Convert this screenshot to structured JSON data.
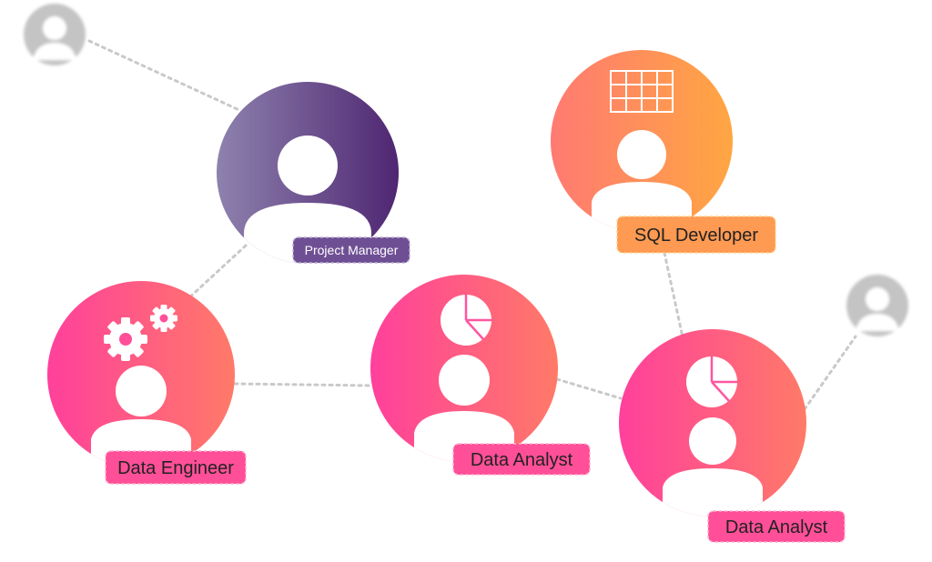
{
  "nodes": [
    {
      "id": "ghost-left",
      "kind": "ghost"
    },
    {
      "id": "project-manager",
      "kind": "role",
      "label": "Project Manager",
      "icon": "person-icon",
      "gradient": [
        "#8e82ae",
        "#4f2672"
      ],
      "label_color": "#6e4f94"
    },
    {
      "id": "sql-developer",
      "kind": "role",
      "label": "SQL Developer",
      "icon": "table-icon",
      "gradient": [
        "#ff7a72",
        "#ffa642"
      ],
      "label_color": "#ff9a52"
    },
    {
      "id": "data-engineer",
      "kind": "role",
      "label": "Data Engineer",
      "icon": "gears-icon",
      "gradient": [
        "#ff409c",
        "#ff7a68"
      ],
      "label_color": "#ff4f98"
    },
    {
      "id": "data-analyst-1",
      "kind": "role",
      "label": "Data Analyst",
      "icon": "pie-chart-icon",
      "gradient": [
        "#ff409c",
        "#ff7a68"
      ],
      "label_color": "#ff4f98"
    },
    {
      "id": "data-analyst-2",
      "kind": "role",
      "label": "Data Analyst",
      "icon": "pie-chart-icon",
      "gradient": [
        "#ff409c",
        "#ff7a68"
      ],
      "label_color": "#ff4f98"
    },
    {
      "id": "ghost-right",
      "kind": "ghost"
    }
  ],
  "edges": [
    [
      "ghost-left",
      "project-manager"
    ],
    [
      "project-manager",
      "data-engineer"
    ],
    [
      "data-engineer",
      "data-analyst-1"
    ],
    [
      "data-analyst-1",
      "data-analyst-2"
    ],
    [
      "sql-developer",
      "data-analyst-2"
    ],
    [
      "data-analyst-2",
      "ghost-right"
    ]
  ],
  "colors": {
    "connector": "#c9c9c9",
    "ghost": "#c4c4c4",
    "label_text": "#222222",
    "label_text_small": "#ffffff"
  }
}
